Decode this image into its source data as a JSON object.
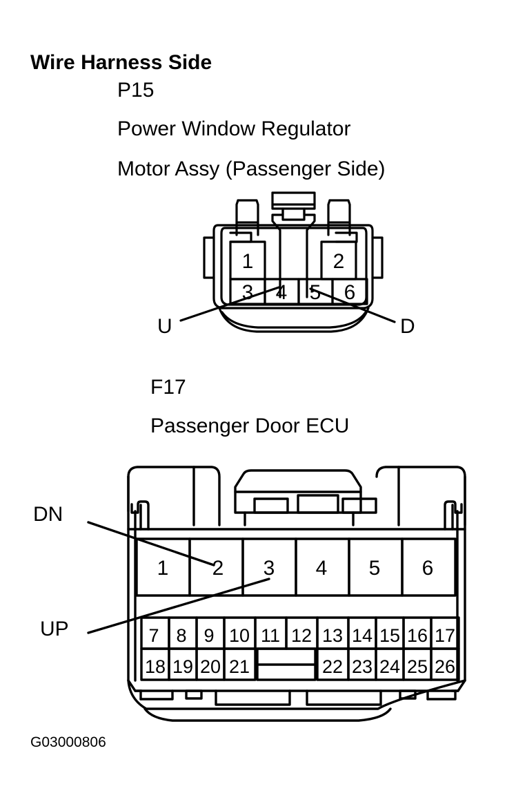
{
  "document": {
    "heading": "Wire Harness Side",
    "figure_code": "G03000806"
  },
  "connectors": [
    {
      "id": "P15",
      "code": "P15",
      "name_line_1": "Power Window Regulator",
      "name_line_2": "Motor Assy (Passenger Side)",
      "rows": [
        {
          "pins": [
            "1",
            "2"
          ]
        },
        {
          "pins": [
            "3",
            "4",
            "5",
            "6"
          ]
        }
      ],
      "callouts": [
        {
          "label": "U",
          "target_pin": "4",
          "side": "left"
        },
        {
          "label": "D",
          "target_pin": "5",
          "side": "right"
        }
      ]
    },
    {
      "id": "F17",
      "code": "F17",
      "name_line_1": "Passenger Door ECU",
      "rows": [
        {
          "pins": [
            "1",
            "2",
            "3",
            "4",
            "5",
            "6"
          ]
        },
        {
          "pins": [
            "7",
            "8",
            "9",
            "10",
            "11",
            "12",
            "13",
            "14",
            "15",
            "16",
            "17"
          ]
        },
        {
          "pins": [
            "18",
            "19",
            "20",
            "21",
            "",
            "22",
            "23",
            "24",
            "25",
            "26"
          ]
        }
      ],
      "callouts": [
        {
          "label": "DN",
          "target_pin": "2",
          "side": "left"
        },
        {
          "label": "UP",
          "target_pin": "3",
          "side": "left"
        }
      ]
    }
  ],
  "style": {
    "line_color": "#000000",
    "background": "#ffffff"
  }
}
